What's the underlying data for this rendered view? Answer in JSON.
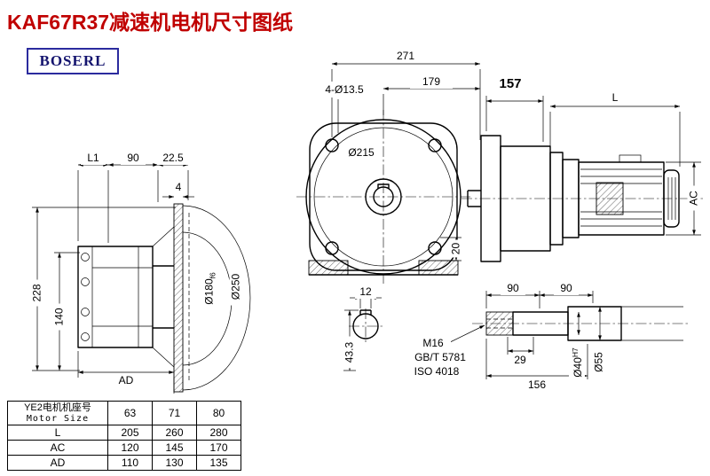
{
  "title": "KAF67R37减速机电机尺寸图纸",
  "brand": "BOSERL",
  "colors": {
    "title_red": "#c00000",
    "logo_blue": "#2b2b9e",
    "line_black": "#000000"
  },
  "dims": {
    "front": {
      "total_width": "271",
      "half_width": "179",
      "bolt_holes": "4-Ø13.5",
      "flange_dia": "Ø215",
      "foot_height": "20"
    },
    "side": {
      "gearbox_length": "157",
      "motor_length": "L",
      "motor_dia": "AC"
    },
    "left": {
      "l1": "L1",
      "width_90": "90",
      "width_22_5": "22.5",
      "plate_4": "4",
      "height_228": "228",
      "height_140": "140",
      "spigot_dia": "Ø180",
      "spigot_tol": "f6",
      "flange_dia": "Ø250",
      "ad": "AD"
    },
    "shaft_end": {
      "key_width": "12",
      "key_height": "43.3"
    },
    "shaft": {
      "seg1": "90",
      "seg2": "90",
      "thread": "M16",
      "standard_gb": "GB/T 5781",
      "standard_iso": "ISO 4018",
      "thread_length": "29",
      "total_length": "156",
      "dia_40": "Ø40",
      "dia_40_tol": "H7",
      "dia_55": "Ø55"
    }
  },
  "table": {
    "header_cn": "YE2电机机座号",
    "header_en": "Motor Size",
    "frame_sizes": [
      "63",
      "71",
      "80"
    ],
    "rows": [
      {
        "label": "L",
        "values": [
          "205",
          "260",
          "280"
        ]
      },
      {
        "label": "AC",
        "values": [
          "120",
          "145",
          "170"
        ]
      },
      {
        "label": "AD",
        "values": [
          "110",
          "130",
          "135"
        ]
      }
    ]
  }
}
